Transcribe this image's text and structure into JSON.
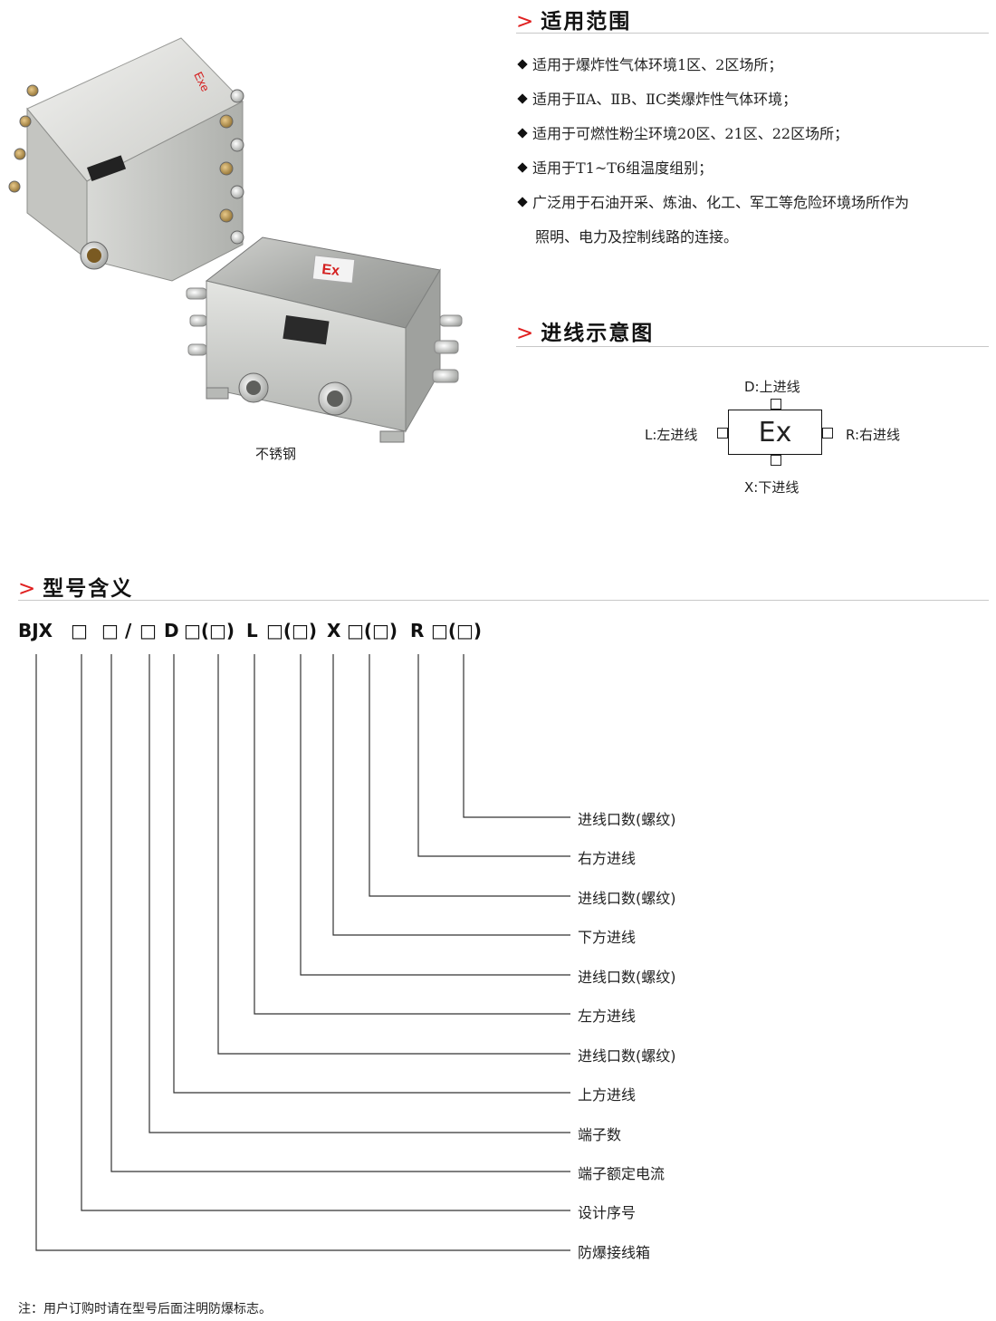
{
  "sections": {
    "scope": {
      "title": "适用范围",
      "bullets": [
        "适用于爆炸性气体环境1区、2区场所；",
        "适用于ⅡA、ⅡB、ⅡC类爆炸性气体环境；",
        "适用于可燃性粉尘环境20区、21区、22区场所；",
        "适用于T1~T6组温度组别；",
        "广泛用于石油开采、炼油、化工、军工等危险环境场所作为",
        "照明、电力及控制线路的连接。"
      ]
    },
    "wiring": {
      "title": "进线示意图",
      "center": "Ex",
      "top": "D:上进线",
      "left": "L:左进线",
      "right": "R:右进线",
      "bottom": "X:下进线"
    },
    "model": {
      "title": "型号含义",
      "code": [
        "BJX",
        "□",
        "□",
        "/",
        "□",
        "D",
        "□(□)",
        "L",
        "□(□)",
        "X",
        "□(□)",
        "R",
        "□(□)"
      ],
      "legend": [
        "进线口数(螺纹)",
        "右方进线",
        "进线口数(螺纹)",
        "下方进线",
        "进线口数(螺纹)",
        "左方进线",
        "进线口数(螺纹)",
        "上方进线",
        "端子数",
        "端子额定电流",
        "设计序号",
        "防爆接线箱"
      ]
    }
  },
  "product": {
    "caption": "不锈钢",
    "box1_mark": "Exe",
    "box2_mark": "Ex"
  },
  "note": "注：用户订购时请在型号后面注明防爆标志。",
  "colors": {
    "accent": "#e02020",
    "rule": "#c8c8c8",
    "text": "#222222"
  },
  "chevron": ">"
}
